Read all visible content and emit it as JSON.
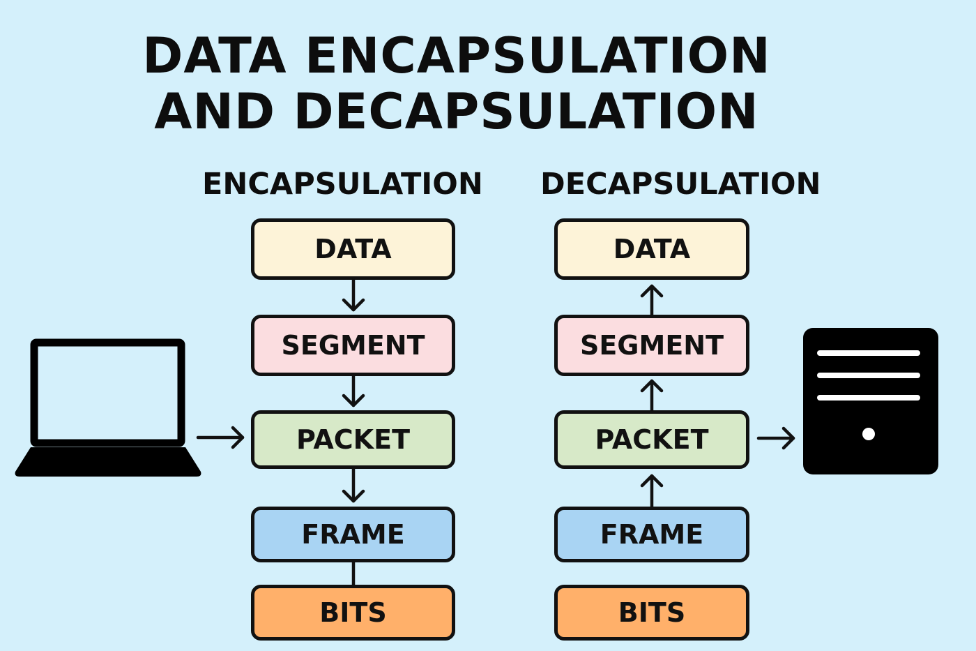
{
  "title": {
    "line1": "DATA ENCAPSULATION",
    "line2": "AND DECAPSULATION"
  },
  "encapsulation": {
    "heading": "ENCAPSULATION",
    "layers": [
      "DATA",
      "SEGMENT",
      "PACKET",
      "FRAME",
      "BITS"
    ]
  },
  "decapsulation": {
    "heading": "DECAPSULATION",
    "layers": [
      "DATA",
      "SEGMENT",
      "PACKET",
      "FRAME",
      "BITS"
    ]
  },
  "icons": {
    "sender": "laptop-icon",
    "receiver": "server-icon"
  },
  "colors": {
    "background": "#d4f0fb",
    "data": "#fdf3d8",
    "segment": "#fbdde0",
    "packet": "#d7e9c8",
    "frame": "#a9d4f3",
    "bits": "#ffb06a"
  }
}
